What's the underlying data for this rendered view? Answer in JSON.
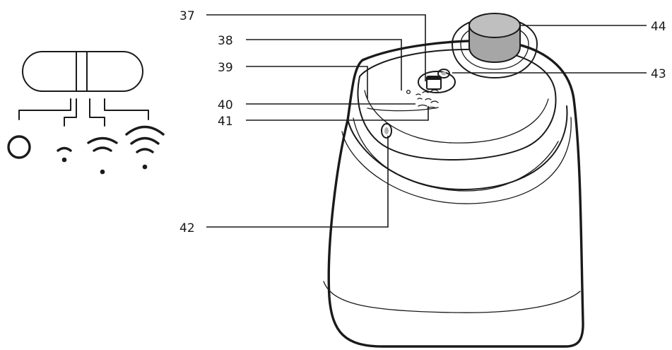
{
  "callouts": {
    "c37": "37",
    "c38": "38",
    "c39": "39",
    "c40": "40",
    "c41": "41",
    "c42": "42",
    "c43": "43",
    "c44": "44"
  },
  "colors": {
    "line": "#1a1a1a",
    "knob_fill": "#b3b3b3",
    "background": "#ffffff"
  }
}
